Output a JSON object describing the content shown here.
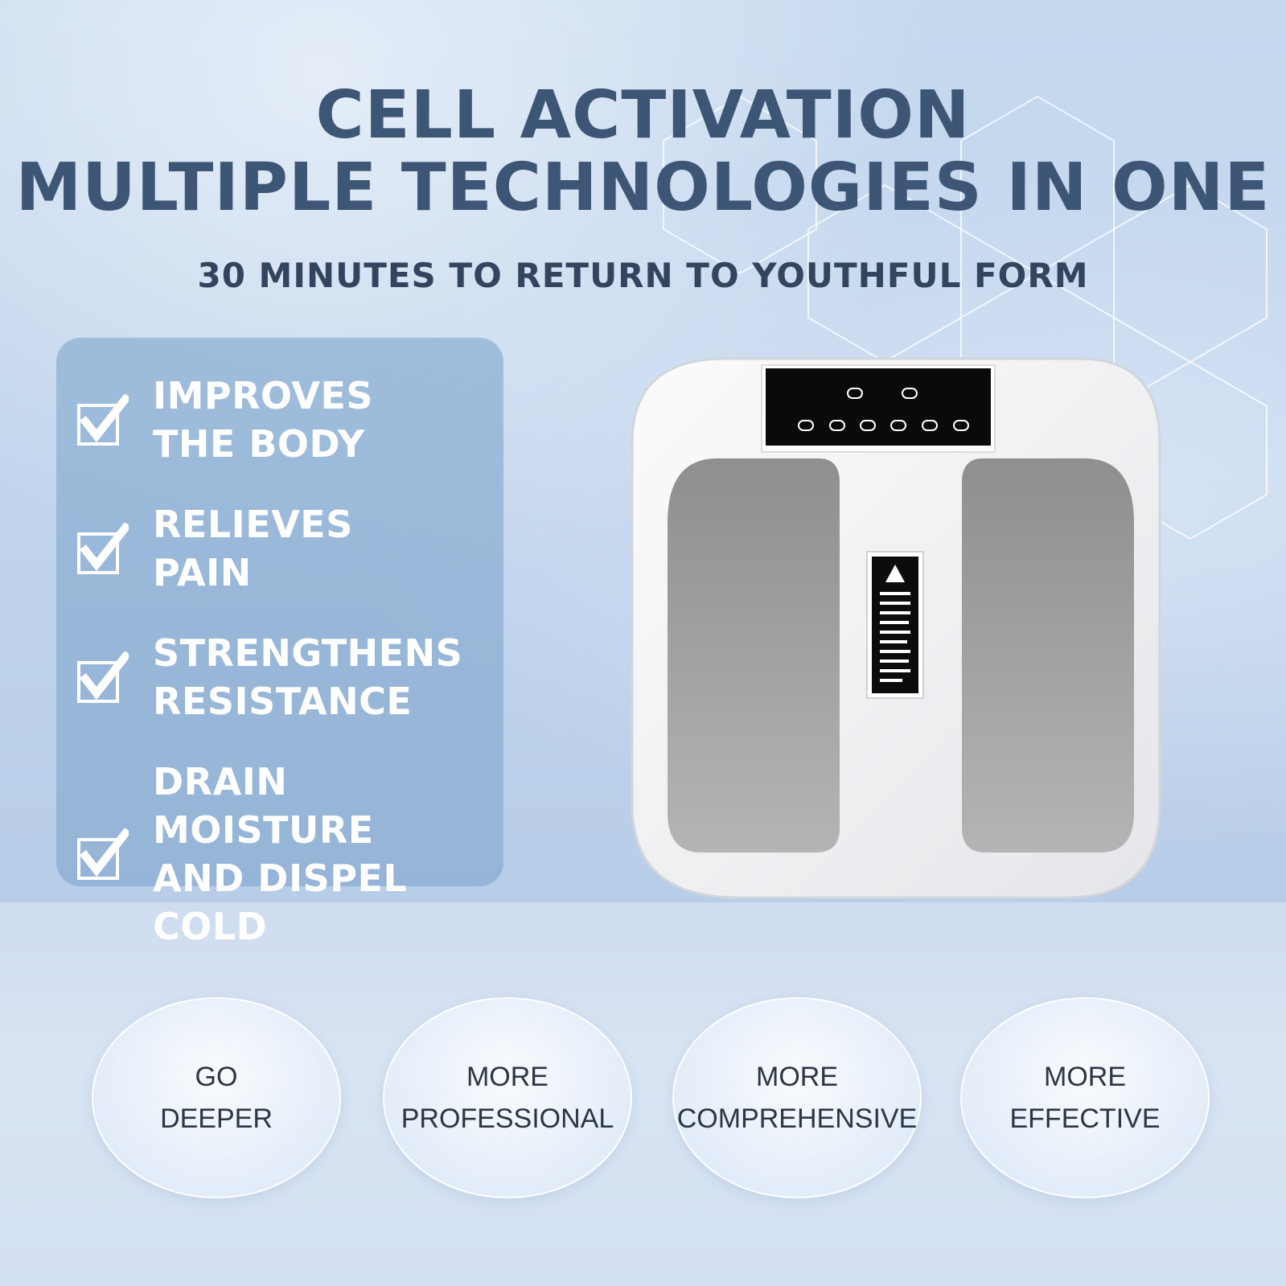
{
  "header": {
    "title_line1": "CELL ACTIVATION",
    "title_line2": "MULTIPLE TECHNOLOGIES IN ONE",
    "subtitle": "30 MINUTES TO RETURN TO YOUTHFUL FORM"
  },
  "benefits": [
    {
      "line1": "IMPROVES",
      "line2": "THE BODY"
    },
    {
      "line1": "RELIEVES",
      "line2": "PAIN"
    },
    {
      "line1": "STRENGTHENS",
      "line2": "RESISTANCE"
    },
    {
      "line1": "DRAIN MOISTURE",
      "line2": "AND DISPEL COLD"
    }
  ],
  "features": [
    {
      "line1": "GO",
      "line2": "DEEPER"
    },
    {
      "line1": "MORE",
      "line2": "PROFESSIONAL"
    },
    {
      "line1": "MORE",
      "line2": "COMPREHENSIVE"
    },
    {
      "line1": "MORE",
      "line2": "EFFECTIVE"
    }
  ],
  "colors": {
    "title": "#3e5676",
    "panel": "#8cafd2",
    "device_body": "#f3f3f3",
    "foot_pad": "#9a9a9a",
    "control_panel": "#0a0a0a"
  }
}
